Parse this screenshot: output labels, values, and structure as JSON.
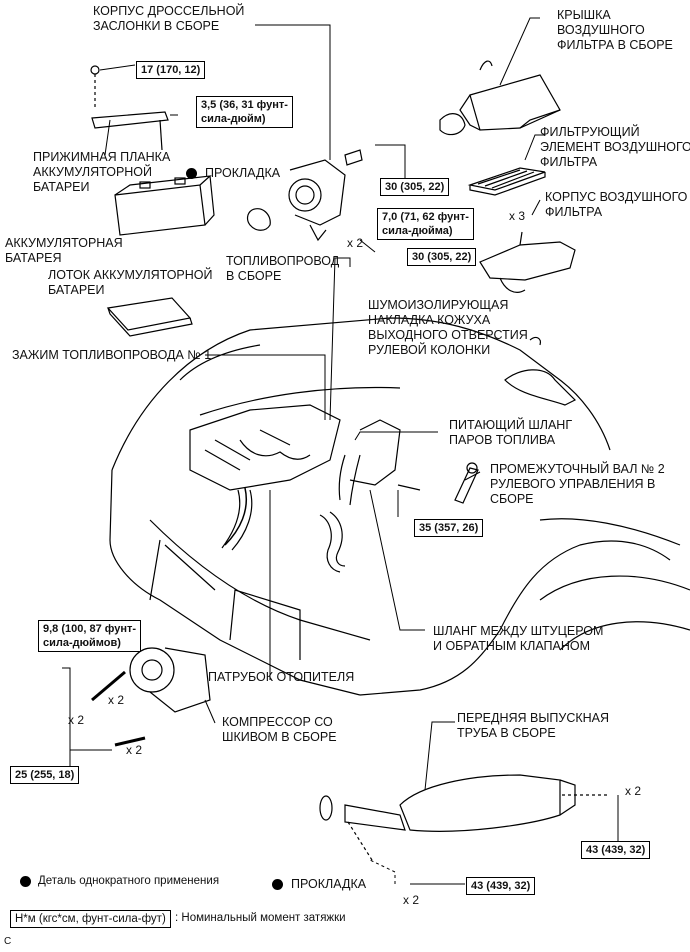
{
  "labels": {
    "throttle_body": "КОРПУС ДРОССЕЛЬНОЙ\nЗАСЛОНКИ В СБОРЕ",
    "air_cleaner_cap": "КРЫШКА\nВОЗДУШНОГО\nФИЛЬТРА В СБОРЕ",
    "filter_element": "ФИЛЬТРУЮЩИЙ\nЭЛЕМЕНТ ВОЗДУШНОГО\nФИЛЬТРА",
    "air_cleaner_case": "КОРПУС ВОЗДУШНОГО\nФИЛЬТРА",
    "battery_clamp": "ПРИЖИМНАЯ ПЛАНКА\nАККУМУЛЯТОРНОЙ\nБАТАРЕИ",
    "gasket_top": "ПРОКЛАДКА",
    "battery": "АККУМУЛЯТОРНАЯ\nБАТАРЕЯ",
    "battery_tray": "ЛОТОК АККУМУЛЯТОРНОЙ\nБАТАРЕИ",
    "fuel_tube": "ТОПЛИВОПРОВОД\nВ СБОРЕ",
    "steering_cover": "ШУМОИЗОЛИРУЮЩАЯ\nНАКЛАДКА КОЖУХА\nВЫХОДНОГО ОТВЕРСТИЯ\nРУЛЕВОЙ КОЛОНКИ",
    "fuel_clamp": "ЗАЖИМ ТОПЛИВОПРОВОДА № 1",
    "vapor_hose": "ПИТАЮЩИЙ ШЛАНГ\nПАРОВ ТОПЛИВА",
    "intermediate_shaft": "ПРОМЕЖУТОЧНЫЙ ВАЛ № 2\nРУЛЕВОГО УПРАВЛЕНИЯ В\nСБОРЕ",
    "union_hose": "ШЛАНГ МЕЖДУ ШТУЦЕРОМ\nИ ОБРАТНЫМ КЛАПАНОМ",
    "heater_pipe": "ПАТРУБОК ОТОПИТЕЛЯ",
    "compressor": "КОМПРЕССОР СО\nШКИВОМ В СБОРЕ",
    "exhaust_pipe": "ПЕРЕДНЯЯ ВЫПУСКНАЯ\nТРУБА В СБОРЕ",
    "gasket_bottom": "ПРОКЛАДКА"
  },
  "torques": {
    "t_17": "17 (170, 12)",
    "t_35_36": "3,5 (36, 31 фунт-\nсила-дюйм)",
    "t_30a": "30 (305, 22)",
    "t_7": "7,0 (71, 62 фунт-\nсила-дюйма)",
    "t_30b": "30 (305, 22)",
    "t_35_357": "35 (357, 26)",
    "t_98": "9,8 (100, 87 фунт-\nсила-дюймов)",
    "t_25": "25 (255, 18)",
    "t_43a": "43 (439, 32)",
    "t_43b": "43 (439, 32)"
  },
  "multipliers": {
    "m_x3": "x 3",
    "m_x2_throttle": "x 2",
    "m_x2_comp1": "x 2",
    "m_x2_comp2": "x 2",
    "m_x2_comp3": "x 2",
    "m_x2_exhaust": "x 2",
    "m_x2_bottom": "x 2"
  },
  "legend": {
    "non_reusable": "Деталь однократного применения",
    "torque_units": "Н*м (кгс*см, фунт-сила-фут)",
    "torque_desc": ": Номинальный момент затяжки"
  },
  "corner_mark": "C"
}
